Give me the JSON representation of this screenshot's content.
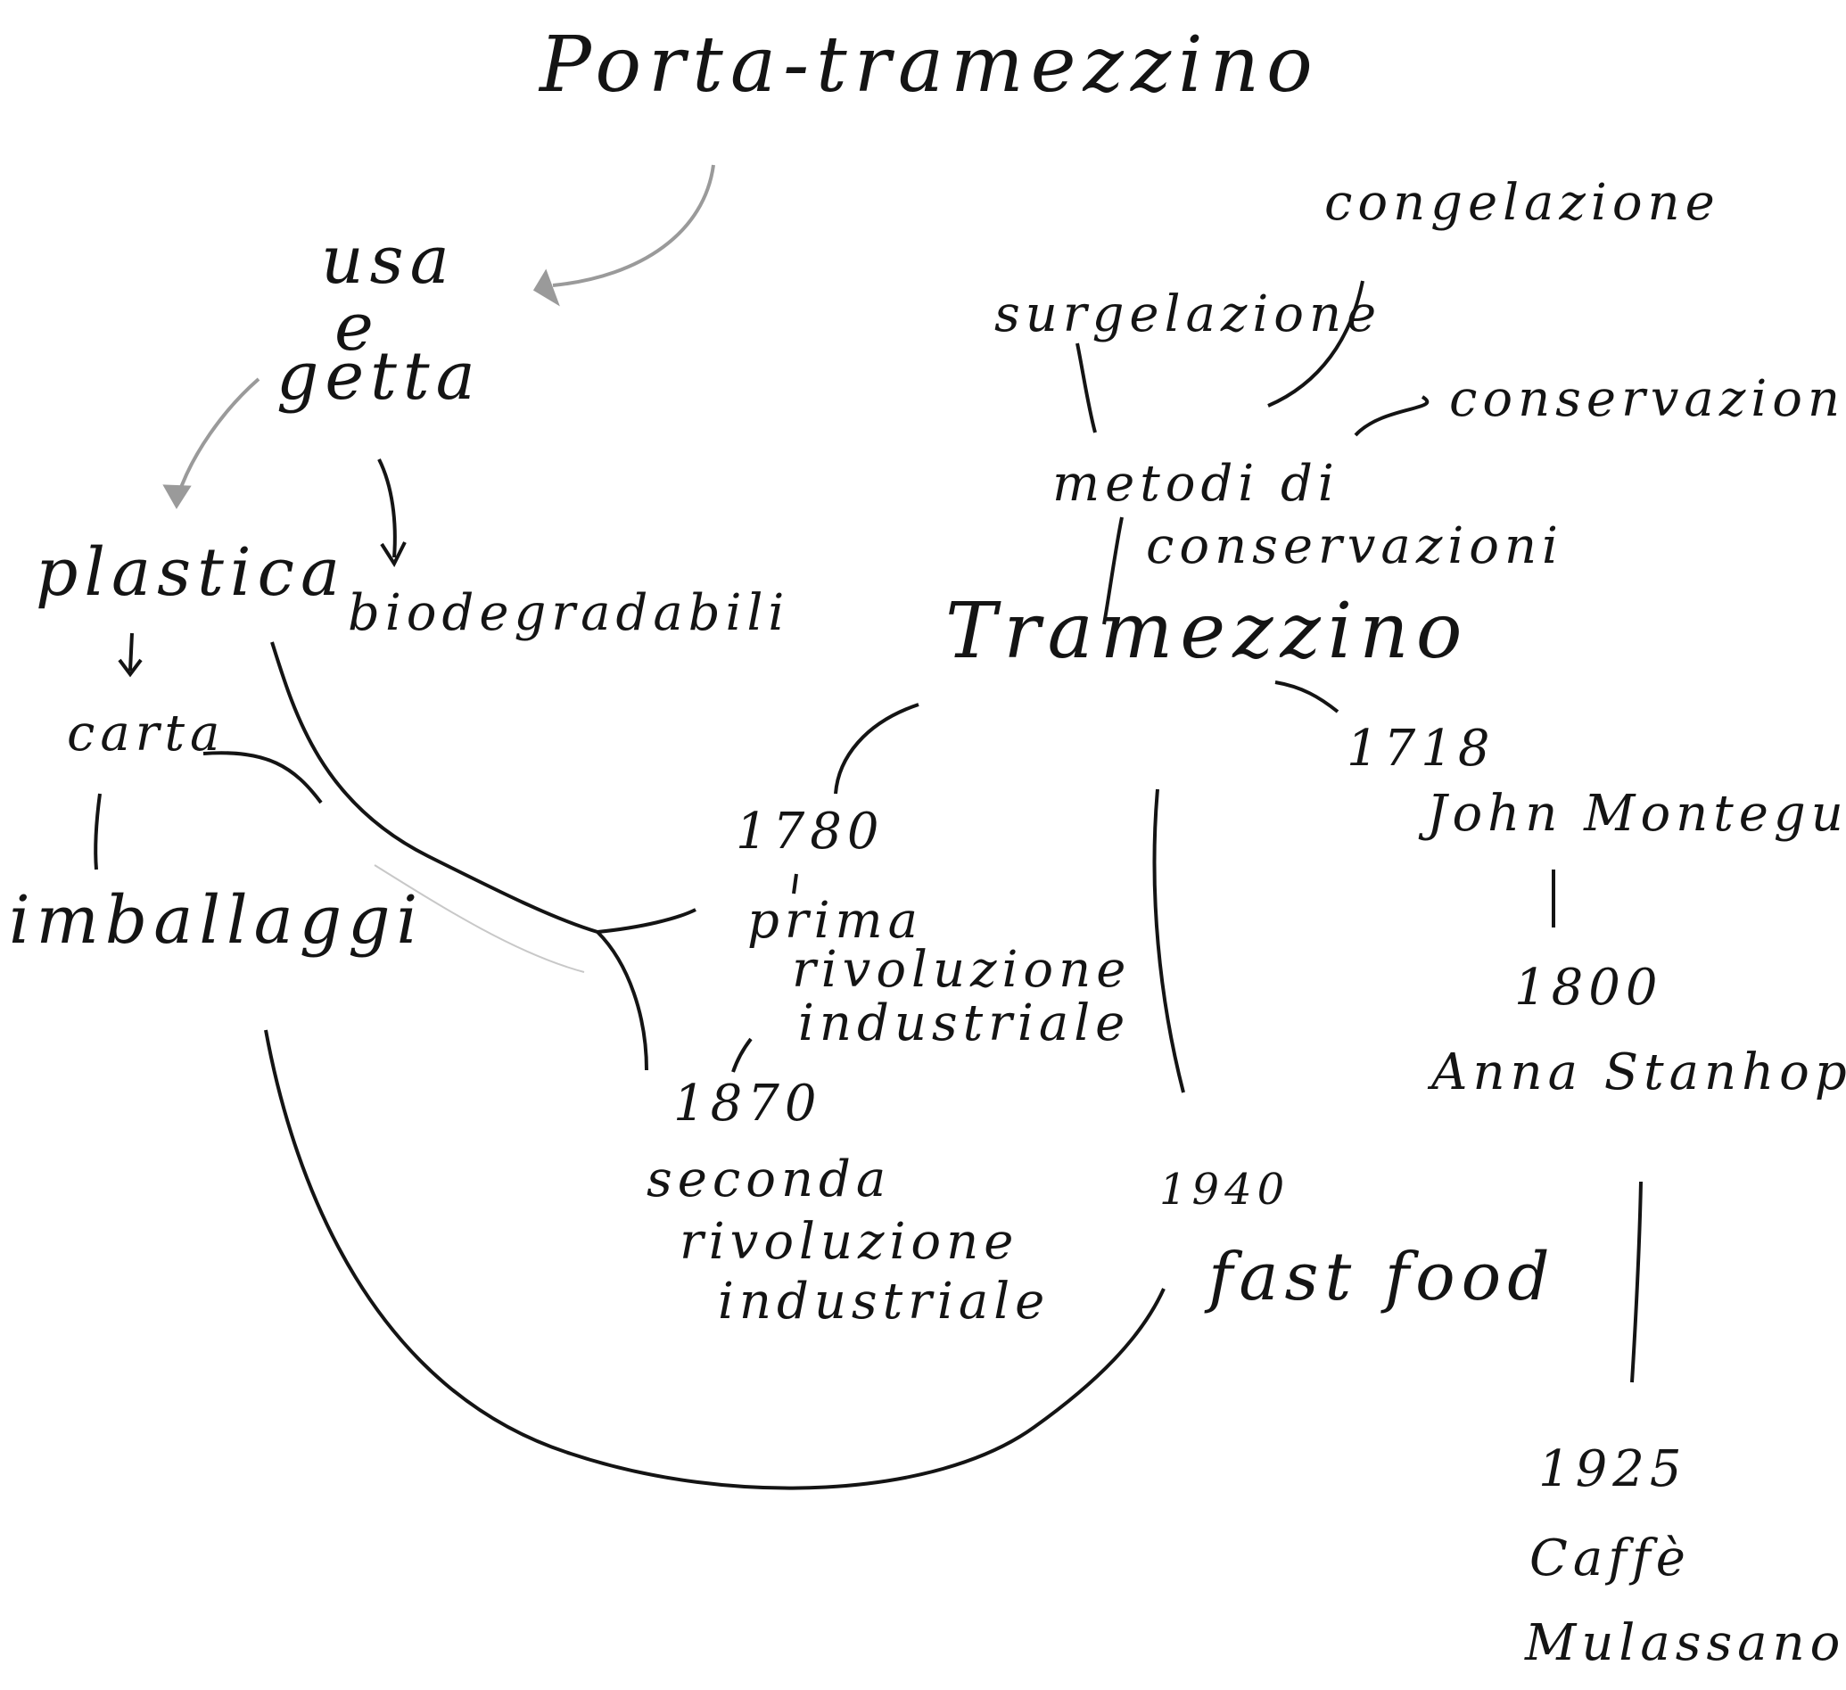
{
  "nodes": {
    "title": "Porta-tramezzino",
    "usa": "usa",
    "e": "e",
    "getta": "getta",
    "plastica": "plastica",
    "biodegradabili": "biodegradabili",
    "carta": "carta",
    "imballaggi": "imballaggi",
    "tramezzino": "Tramezzino",
    "metodi_line1": "metodi di",
    "metodi_line2": "conservazioni",
    "congelazione": "congelazione",
    "surgelazione": "surgelazione",
    "conservazione": "conservazione",
    "year_1780": "1780",
    "prima_line1": "prima",
    "prima_line2": "rivoluzione",
    "prima_line3": "industriale",
    "year_1870": "1870",
    "seconda_line1": "seconda",
    "seconda_line2": "rivoluzione",
    "seconda_line3": "industriale",
    "year_1718": "1718",
    "john_montegu": "John Montegu",
    "year_1800": "1800",
    "anna_stanhope": "Anna Stanhope",
    "year_1940": "1940",
    "fast_food": "fast food",
    "year_1925": "1925",
    "caffe": "Caffè",
    "mulassano": "Mulassano"
  },
  "colors": {
    "ink": "#141414",
    "pencil": "#9a9a9a"
  }
}
